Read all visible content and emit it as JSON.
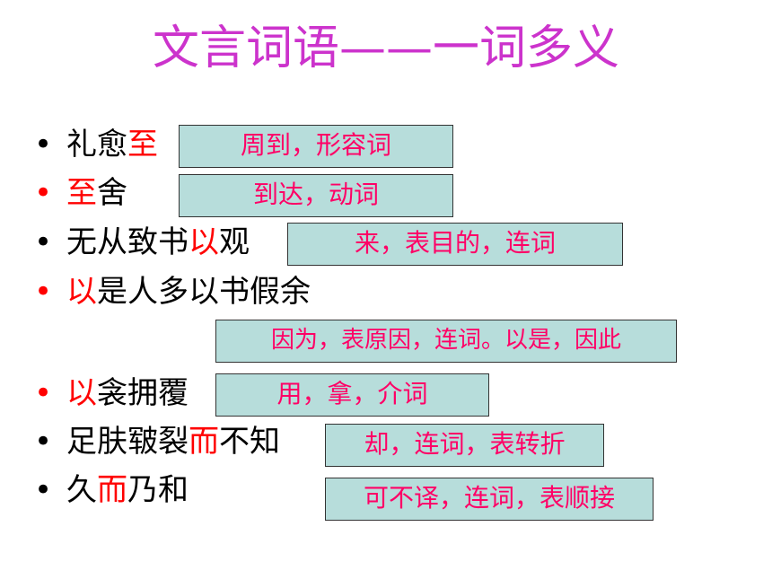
{
  "title": "文言词语——一词多义",
  "colors": {
    "title": "#cc33cc",
    "highlight": "#ff0000",
    "box_fill": "#b7dddb",
    "box_text": "#ff0066"
  },
  "bullet_symbol": "•",
  "items": [
    {
      "pre": "礼愈",
      "hl": "至",
      "post": "",
      "explanation": "周到，形容词",
      "bullet_red": false
    },
    {
      "pre": "",
      "hl": "至",
      "post": "舍",
      "explanation": "到达，动词",
      "bullet_red": true
    },
    {
      "pre": "无从致书",
      "hl": "以",
      "post": "观",
      "explanation": "来，表目的，连词",
      "bullet_red": false
    },
    {
      "pre": "",
      "hl": "以",
      "post": "是人多以书假余",
      "explanation": "因为，表原因，连词。以是，因此",
      "bullet_red": true
    },
    {
      "pre": "",
      "hl": "以",
      "post": "衾拥覆",
      "explanation": "用，拿，介词",
      "bullet_red": true
    },
    {
      "pre": "足肤皲裂",
      "hl": "而",
      "post": "不知",
      "explanation": "却，连词，表转折",
      "bullet_red": false
    },
    {
      "pre": "久",
      "hl": "而",
      "post": "乃和",
      "explanation": "可不译，连词，表顺接",
      "bullet_red": false
    }
  ]
}
